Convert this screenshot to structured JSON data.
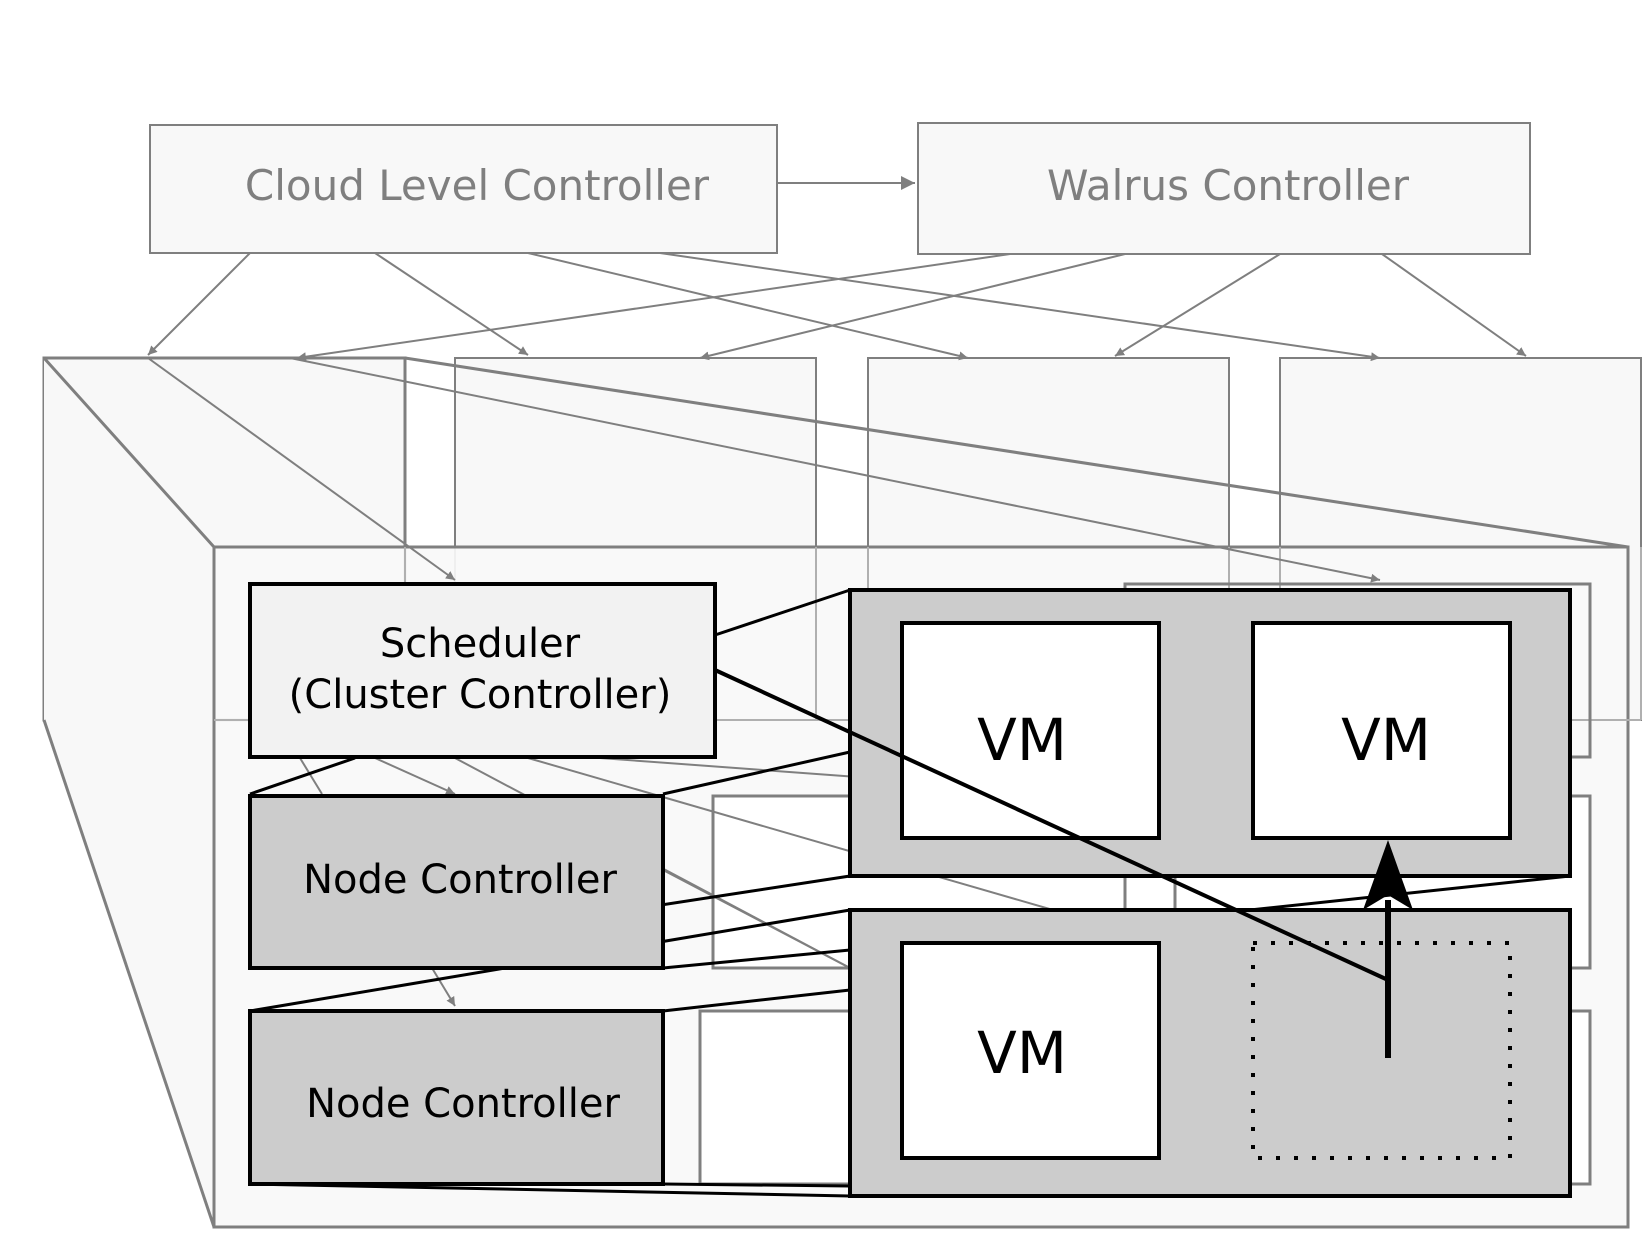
{
  "cloud": {
    "cloud_controller_label": "Cloud Level Controller",
    "walrus_controller_label": "Walrus Controller"
  },
  "cluster": {
    "scheduler_label_line1": "Scheduler",
    "scheduler_label_line2": "(Cluster Controller)"
  },
  "nodes": {
    "node_controller_1_label": "Node Controller",
    "node_controller_2_label": "Node Controller"
  },
  "vms": {
    "vm_top_left": "VM",
    "vm_top_right": "VM",
    "vm_bottom_left": "VM"
  },
  "colors": {
    "gray_stroke": "#7f7f7f",
    "light_fill": "#f8f8f8",
    "node_fill": "#cccccc",
    "scheduler_fill": "#f2f2f2",
    "black": "#000000"
  }
}
